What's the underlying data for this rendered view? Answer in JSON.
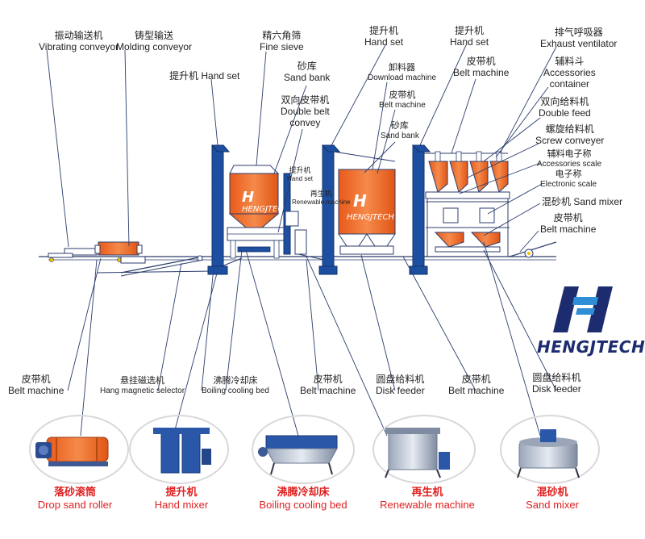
{
  "labels": {
    "vibrating_conveyor": {
      "zh": "振动输送机",
      "en": "Vibrating conveyor"
    },
    "molding_conveyor": {
      "zh": "铸型输送",
      "en": "Molding conveyor"
    },
    "fine_sieve": {
      "zh": "精六角筛",
      "en": "Fine sieve"
    },
    "hand_set_top1": {
      "zh": "提升机",
      "en": "Hand set"
    },
    "hand_set_top2": {
      "zh": "提升机",
      "en": "Hand set"
    },
    "exhaust_ventilator": {
      "zh": "排气呼吸器",
      "en": "Exhaust ventilator"
    },
    "hand_set_left": {
      "zh": "提升机",
      "en": "Hand set"
    },
    "sand_bank_left": {
      "zh": "砂库",
      "en": "Sand bank"
    },
    "download_machine": {
      "zh": "卸料器",
      "en": "Download machine"
    },
    "belt_machine_top": {
      "zh": "皮带机",
      "en": "Belt machine"
    },
    "accessories_container": {
      "zh": "辅料斗",
      "en1": "Accessories",
      "en2": "container"
    },
    "double_belt_convey": {
      "zh": "双向皮带机",
      "en1": "Double belt",
      "en2": "convey"
    },
    "belt_machine_mid": {
      "zh": "皮带机",
      "en": "Belt machine"
    },
    "double_feed": {
      "zh": "双向给料机",
      "en": "Double feed"
    },
    "sand_bank_mid": {
      "zh": "砂库",
      "en": "Sand bank"
    },
    "screw_conveyer": {
      "zh": "螺旋给料机",
      "en": "Screw conveyer"
    },
    "accessories_scale": {
      "zh": "辅料电子称",
      "en": "Accessories scale"
    },
    "hand_set_small": {
      "zh": "提升机",
      "en": "Hand set"
    },
    "electronic_scale": {
      "zh": "电子称",
      "en": "Electronic scale"
    },
    "renewable_small": {
      "zh": "再生机",
      "en": "Renewable machine"
    },
    "sand_mixer": {
      "zh": "混砂机",
      "en": "Sand mixer"
    },
    "belt_machine_right": {
      "zh": "皮带机",
      "en": "Belt machine"
    },
    "belt_machine_b1": {
      "zh": "皮带机",
      "en": "Belt machine"
    },
    "hang_magnetic": {
      "zh": "悬挂磁选机",
      "en": "Hang magnetic selector"
    },
    "boiling_bed_mid": {
      "zh": "沸腾冷却床",
      "en": "Boiling cooling bed"
    },
    "belt_machine_b2": {
      "zh": "皮带机",
      "en": "Belt machine"
    },
    "disk_feeder_b1": {
      "zh": "圆盘给料机",
      "en": "Disk feeder"
    },
    "belt_machine_b3": {
      "zh": "皮带机",
      "en": "Belt machine"
    },
    "disk_feeder_b2": {
      "zh": "圆盘给料机",
      "en": "Disk feeder"
    }
  },
  "bottom_items": [
    {
      "zh": "落砂滚筒",
      "en": "Drop sand roller"
    },
    {
      "zh": "提升机",
      "en": "Hand mixer"
    },
    {
      "zh": "沸腾冷却床",
      "en": "Boiling cooling bed"
    },
    {
      "zh": "再生机",
      "en": "Renewable machine"
    },
    {
      "zh": "混砂机",
      "en": "Sand mixer"
    }
  ],
  "brand": {
    "name": "HENGJTECH",
    "watermark": "HENGJTECH"
  },
  "colors": {
    "orange": "#f26b2a",
    "blue": "#1d4fa0",
    "dark_blue": "#1d2c6e",
    "red": "#e02020",
    "line": "#2c3e6e"
  }
}
